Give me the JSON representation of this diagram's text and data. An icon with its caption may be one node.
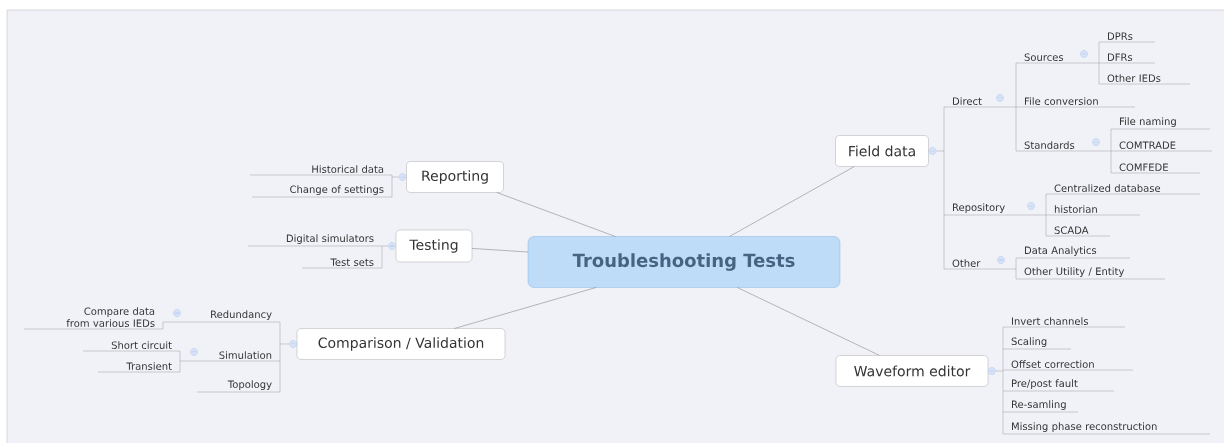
{
  "diagram": {
    "nodes": [
      {
        "text": [
          "Troubleshooting Tests"
        ]
      },
      {
        "text": [
          "Reporting"
        ]
      },
      {
        "text": [
          "Historical data"
        ]
      },
      {
        "text": [
          "Change of settings"
        ]
      },
      {
        "text": [
          "Testing"
        ]
      },
      {
        "text": [
          "Digital simulators"
        ]
      },
      {
        "text": [
          "Test sets"
        ]
      },
      {
        "text": [
          "Comparison / Validation"
        ]
      },
      {
        "text": [
          "Redundancy"
        ]
      },
      {
        "text": [
          "Compare data from various IEDs"
        ]
      },
      {
        "text": [
          "Simulation"
        ]
      },
      {
        "text": [
          "Short circuit"
        ]
      },
      {
        "text": [
          "Transient"
        ]
      },
      {
        "text": [
          "Topology"
        ]
      },
      {
        "text": [
          "Field data"
        ]
      },
      {
        "text": [
          "Direct"
        ]
      },
      {
        "text": [
          "Sources"
        ]
      },
      {
        "text": [
          "DPRs"
        ]
      },
      {
        "text": [
          "DFRs"
        ]
      },
      {
        "text": [
          "Other IEDs"
        ]
      },
      {
        "text": [
          "File conversion"
        ]
      },
      {
        "text": [
          "Standards"
        ]
      },
      {
        "text": [
          "File naming"
        ]
      },
      {
        "text": [
          "COMTRADE"
        ]
      },
      {
        "text": [
          "COMFEDE"
        ]
      },
      {
        "text": [
          "Repository"
        ]
      },
      {
        "text": [
          "Centralized database"
        ]
      },
      {
        "text": [
          "historian"
        ]
      },
      {
        "text": [
          "SCADA"
        ]
      },
      {
        "text": [
          "Other"
        ]
      },
      {
        "text": [
          "Data Analytics"
        ]
      },
      {
        "text": [
          "Other Utility / Entity"
        ]
      },
      {
        "text": [
          "Waveform editor"
        ]
      },
      {
        "text": [
          "Invert channels"
        ]
      },
      {
        "text": [
          "Scaling"
        ]
      },
      {
        "text": [
          "Offset correction"
        ]
      },
      {
        "text": [
          "Pre/post fault"
        ]
      },
      {
        "text": [
          "Re-samling"
        ]
      },
      {
        "text": [
          "Missing phase reconstruction"
        ]
      }
    ],
    "edges": [
      {
        "from": 0,
        "to": 1,
        "arrow": "none"
      },
      {
        "from": 1,
        "to": 2,
        "arrow": "none"
      },
      {
        "from": 1,
        "to": 3,
        "arrow": "none"
      },
      {
        "from": 0,
        "to": 4,
        "arrow": "none"
      },
      {
        "from": 4,
        "to": 5,
        "arrow": "none"
      },
      {
        "from": 4,
        "to": 6,
        "arrow": "none"
      },
      {
        "from": 0,
        "to": 7,
        "arrow": "none"
      },
      {
        "from": 7,
        "to": 8,
        "arrow": "none"
      },
      {
        "from": 8,
        "to": 9,
        "arrow": "none"
      },
      {
        "from": 7,
        "to": 10,
        "arrow": "none"
      },
      {
        "from": 10,
        "to": 11,
        "arrow": "none"
      },
      {
        "from": 10,
        "to": 12,
        "arrow": "none"
      },
      {
        "from": 7,
        "to": 13,
        "arrow": "none"
      },
      {
        "from": 0,
        "to": 14,
        "arrow": "none"
      },
      {
        "from": 14,
        "to": 15,
        "arrow": "none"
      },
      {
        "from": 15,
        "to": 16,
        "arrow": "none"
      },
      {
        "from": 16,
        "to": 17,
        "arrow": "none"
      },
      {
        "from": 16,
        "to": 18,
        "arrow": "none"
      },
      {
        "from": 16,
        "to": 19,
        "arrow": "none"
      },
      {
        "from": 15,
        "to": 20,
        "arrow": "none"
      },
      {
        "from": 15,
        "to": 21,
        "arrow": "none"
      },
      {
        "from": 21,
        "to": 22,
        "arrow": "none"
      },
      {
        "from": 21,
        "to": 23,
        "arrow": "none"
      },
      {
        "from": 21,
        "to": 24,
        "arrow": "none"
      },
      {
        "from": 14,
        "to": 25,
        "arrow": "none"
      },
      {
        "from": 25,
        "to": 26,
        "arrow": "none"
      },
      {
        "from": 25,
        "to": 27,
        "arrow": "none"
      },
      {
        "from": 25,
        "to": 28,
        "arrow": "none"
      },
      {
        "from": 14,
        "to": 29,
        "arrow": "none"
      },
      {
        "from": 29,
        "to": 30,
        "arrow": "none"
      },
      {
        "from": 29,
        "to": 31,
        "arrow": "none"
      },
      {
        "from": 0,
        "to": 32,
        "arrow": "none"
      },
      {
        "from": 32,
        "to": 33,
        "arrow": "none"
      },
      {
        "from": 32,
        "to": 34,
        "arrow": "none"
      },
      {
        "from": 32,
        "to": 35,
        "arrow": "none"
      },
      {
        "from": 32,
        "to": 36,
        "arrow": "none"
      },
      {
        "from": 32,
        "to": 37,
        "arrow": "none"
      },
      {
        "from": 32,
        "to": 38,
        "arrow": "none"
      }
    ]
  }
}
